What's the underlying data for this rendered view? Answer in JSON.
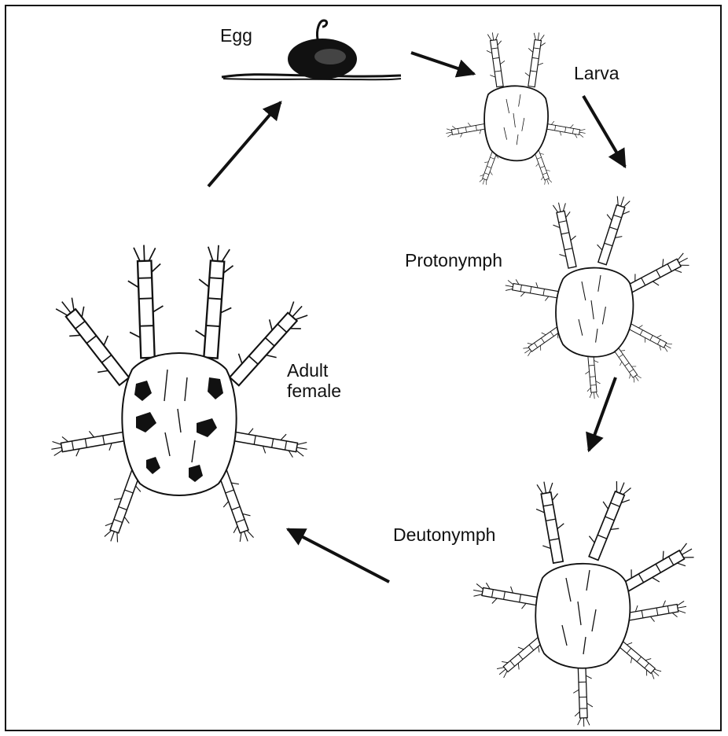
{
  "stages": {
    "egg": "Egg",
    "larva": "Larva",
    "protonymph": "Protonymph",
    "deutonymph": "Deutonymph",
    "adult": [
      "Adult",
      "female"
    ]
  },
  "colors": {
    "ink": "#111111",
    "background": "#ffffff"
  }
}
